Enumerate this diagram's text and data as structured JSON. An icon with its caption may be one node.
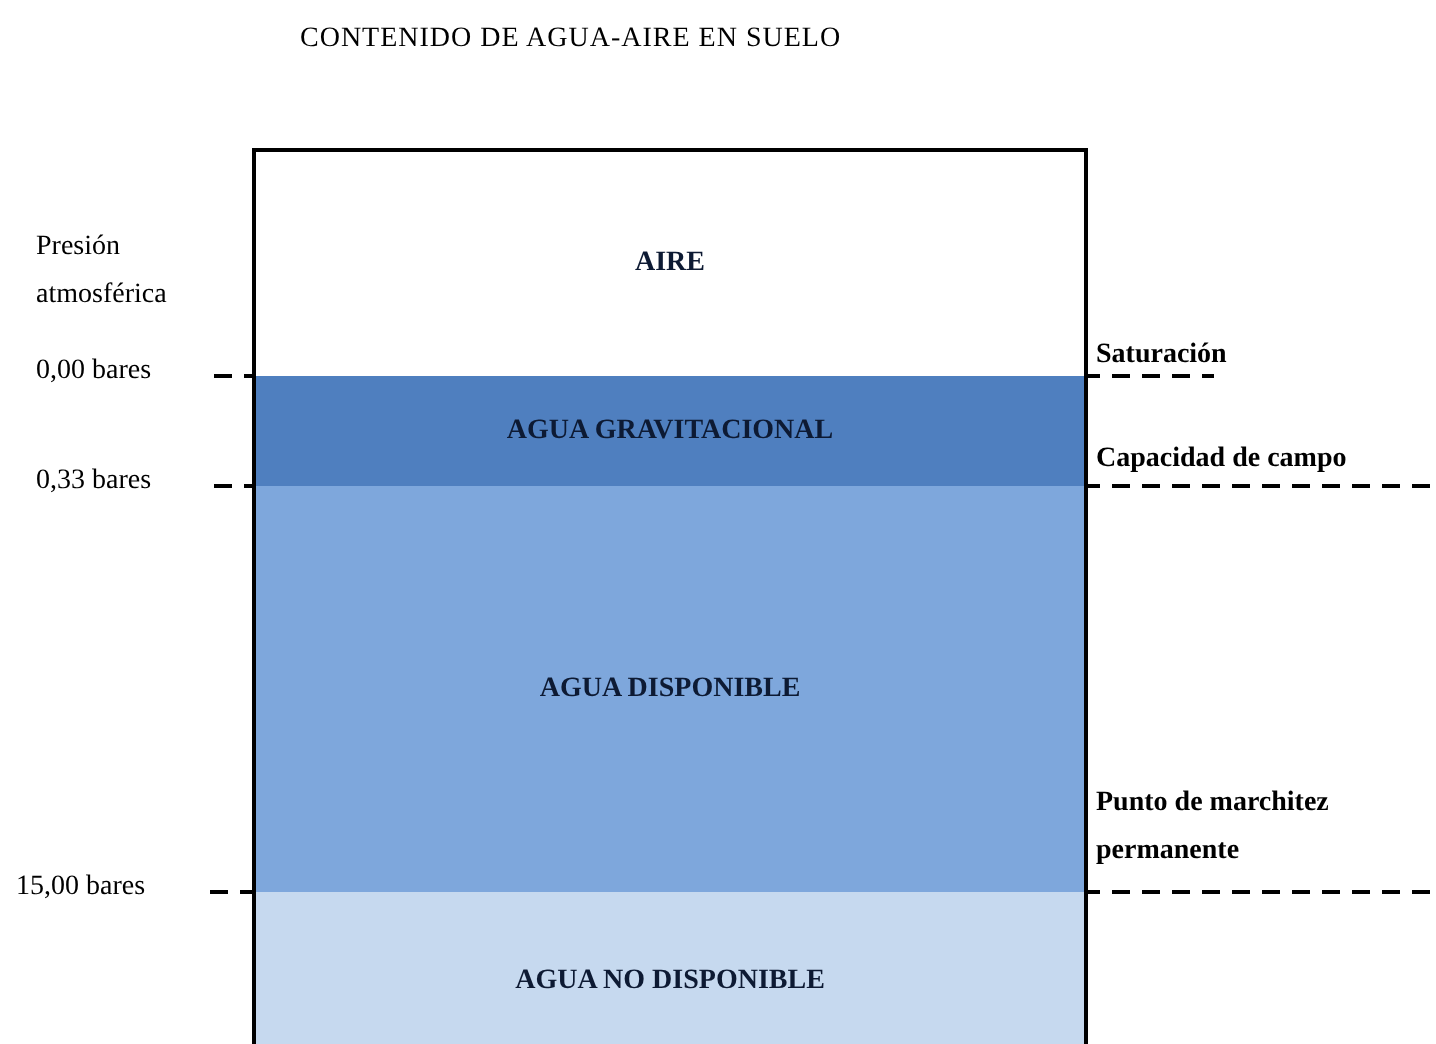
{
  "diagram": {
    "title": "CONTENIDO DE AGUA-AIRE EN SUELO",
    "nodes": [
      {
        "text": [
          "AIRE"
        ]
      },
      {
        "text": [
          "AGUA GRAVITACIONAL"
        ]
      },
      {
        "text": [
          "AGUA DISPONIBLE"
        ]
      },
      {
        "text": [
          "AGUA NO DISPONIBLE"
        ]
      }
    ],
    "edges": [],
    "labels": [
      "Presión atmosférica",
      "0,00 bares",
      "Saturación",
      "0,33 bares",
      "Capacidad de campo",
      "Punto de marchitez permanente",
      "15,00 bares"
    ]
  }
}
